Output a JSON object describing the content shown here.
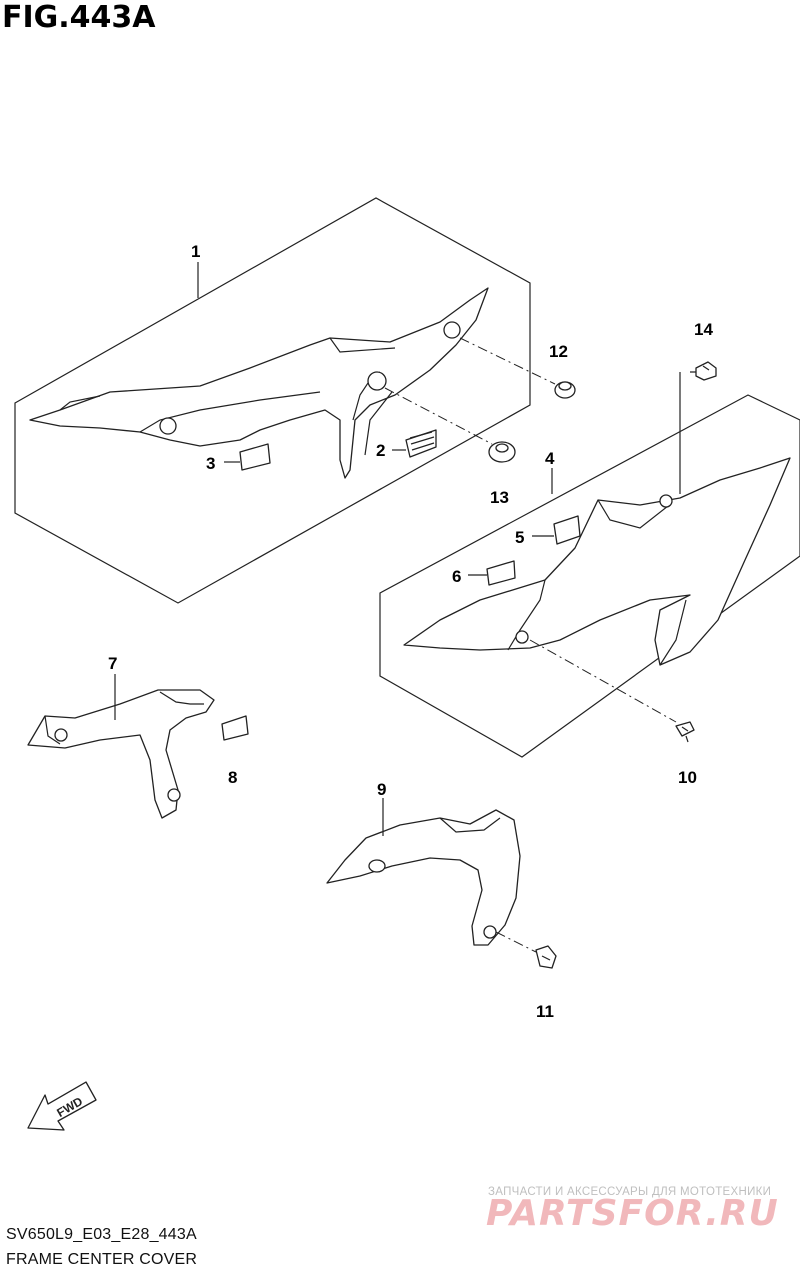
{
  "figure": {
    "title": "FIG.443A",
    "code": "SV650L9_E03_E28_443A",
    "caption": "FRAME CENTER COVER"
  },
  "callouts": [
    "1",
    "2",
    "3",
    "4",
    "5",
    "6",
    "7",
    "8",
    "9",
    "10",
    "11",
    "12",
    "13",
    "14"
  ],
  "fwd_label": "FWD",
  "watermark": {
    "line1": "ЗАПЧАСТИ И АКСЕССУАРЫ ДЛЯ МОТОТЕХНИКИ",
    "line2": "PARTSFOR.RU"
  }
}
